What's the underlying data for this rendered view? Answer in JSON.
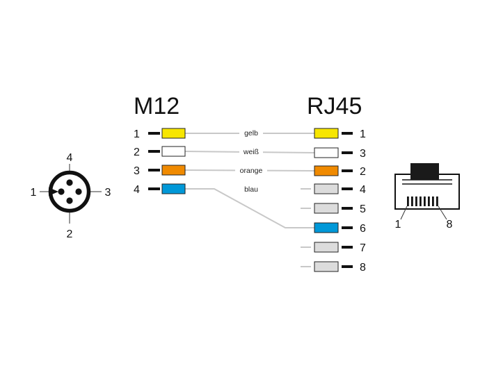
{
  "headers": {
    "left": "M12",
    "right": "RJ45"
  },
  "colors": {
    "yellow": "#f7e600",
    "white": "#ffffff",
    "orange": "#f08a00",
    "blue": "#0098d8",
    "grey": "#dcdcdc",
    "wire": "#c8c8c8",
    "outline": "#222222"
  },
  "m12_pins": [
    {
      "label": "1",
      "color": "yellow"
    },
    {
      "label": "2",
      "color": "white"
    },
    {
      "label": "3",
      "color": "orange"
    },
    {
      "label": "4",
      "color": "blue"
    }
  ],
  "rj45_pins": [
    {
      "label": "1",
      "color": "yellow"
    },
    {
      "label": "3",
      "color": "white"
    },
    {
      "label": "2",
      "color": "orange"
    },
    {
      "label": "4",
      "color": "grey"
    },
    {
      "label": "5",
      "color": "grey"
    },
    {
      "label": "6",
      "color": "blue"
    },
    {
      "label": "7",
      "color": "grey"
    },
    {
      "label": "8",
      "color": "grey"
    }
  ],
  "wires": [
    {
      "from_m12_pin": "1",
      "to_rj45_pin": "1",
      "label": "gelb"
    },
    {
      "from_m12_pin": "2",
      "to_rj45_pin": "3",
      "label": "weiß"
    },
    {
      "from_m12_pin": "3",
      "to_rj45_pin": "2",
      "label": "orange"
    },
    {
      "from_m12_pin": "4",
      "to_rj45_pin": "6",
      "label": "blau"
    }
  ],
  "m12_connector": {
    "pin_labels": {
      "top": "4",
      "left": "1",
      "right": "3",
      "bottom": "2"
    }
  },
  "rj45_connector": {
    "pin_labels": {
      "left": "1",
      "right": "8"
    }
  }
}
